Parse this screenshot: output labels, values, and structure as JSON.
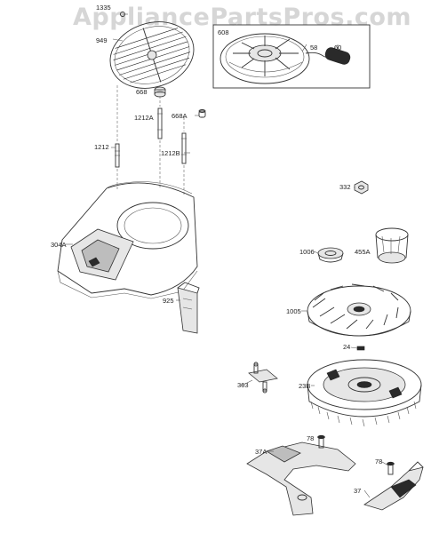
{
  "watermark": "AppliancePartsPros.com",
  "labels": {
    "p1335": "1335",
    "p949": "949",
    "p608": "608",
    "p58": "58",
    "p60": "60",
    "p668": "668",
    "p1212A": "1212A",
    "p668A": "668A",
    "p1212": "1212",
    "p1212B": "1212B",
    "p332": "332",
    "p304A": "304A",
    "p1006": "1006",
    "p455A": "455A",
    "p925": "925",
    "p1005": "1005",
    "p24": "24",
    "p363": "363",
    "p23B": "23B",
    "p78a": "78",
    "p37A": "37A",
    "p78b": "78",
    "p37": "37"
  }
}
